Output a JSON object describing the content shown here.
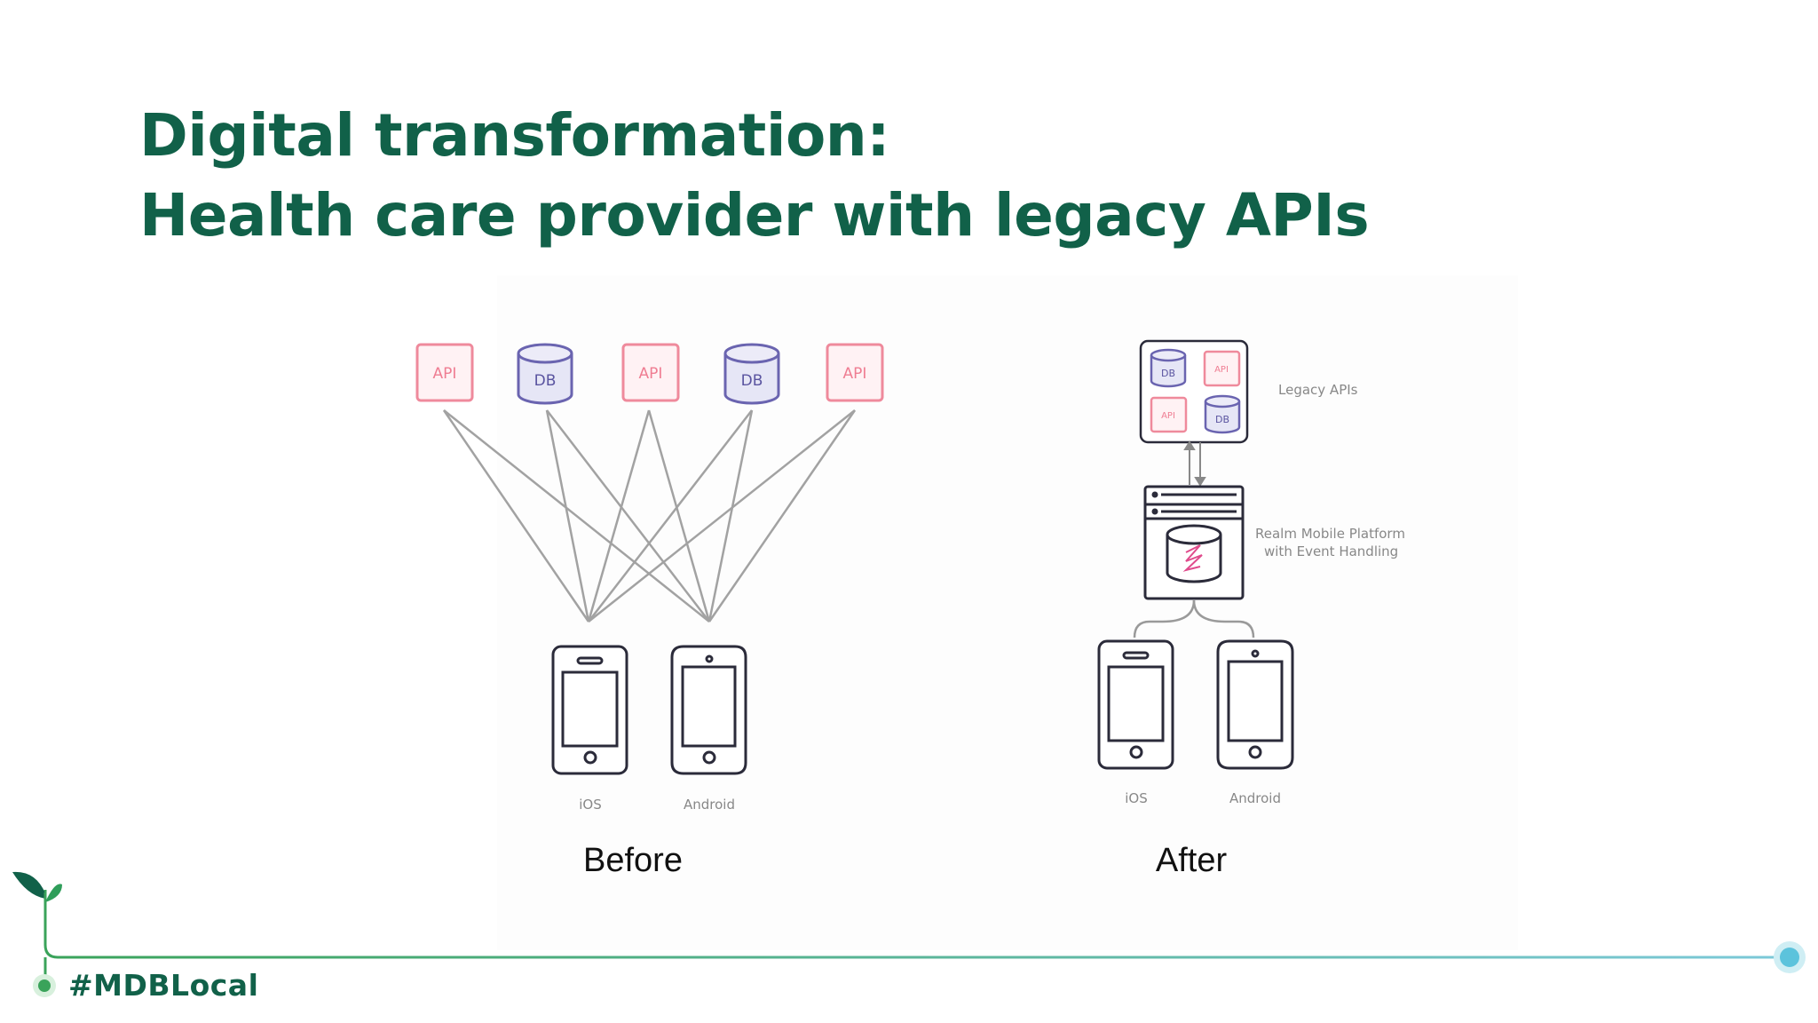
{
  "title": {
    "line1": "Digital transformation:",
    "line2": "Health care provider with legacy APIs"
  },
  "before": {
    "caption": "Before",
    "sources": [
      "API",
      "DB",
      "API",
      "DB",
      "API"
    ],
    "devices": [
      "iOS",
      "Android"
    ]
  },
  "after": {
    "caption": "After",
    "legacy_box": {
      "items": [
        "DB",
        "API",
        "API",
        "DB"
      ],
      "label": "Legacy APIs"
    },
    "platform_label_line1": "Realm Mobile Platform",
    "platform_label_line2": "with Event Handling",
    "devices": [
      "iOS",
      "Android"
    ]
  },
  "footer": {
    "hashtag": "#MDBLocal"
  },
  "colors": {
    "title": "#116149",
    "api_stroke": "#ef8a9c",
    "api_fill": "#fff1f3",
    "db_stroke": "#6a64b0",
    "db_fill": "#e6e6f6",
    "line": "#9a9a9a",
    "device": "#2b2b3a",
    "footer_line_start": "#3aa35a",
    "footer_line_end": "#7cc9d9"
  }
}
